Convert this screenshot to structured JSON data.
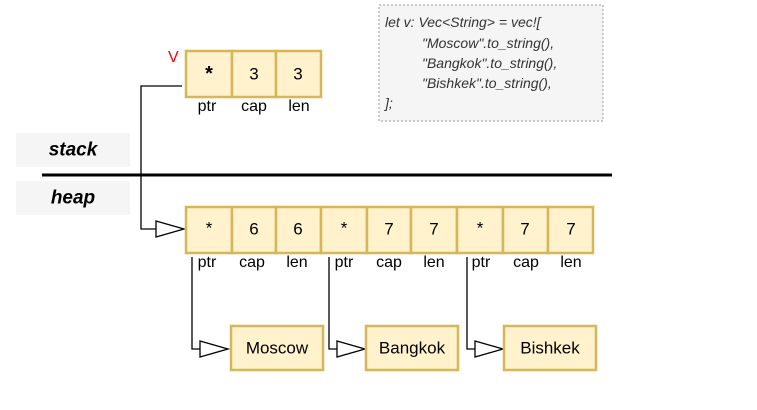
{
  "code": {
    "lines": [
      "let v: Vec<String> = vec![",
      "\"Moscow\".to_string(),",
      "\"Bangkok\".to_string(),",
      "\"Bishkek\".to_string(),",
      "];"
    ]
  },
  "regions": {
    "stack": "stack",
    "heap": "heap"
  },
  "variable": {
    "name": "V",
    "cells": [
      "*",
      "3",
      "3"
    ],
    "fields": [
      "ptr",
      "cap",
      "len"
    ]
  },
  "heap_strings": [
    {
      "cells": [
        "*",
        "6",
        "6"
      ],
      "fields": [
        "ptr",
        "cap",
        "len"
      ],
      "value": "Moscow"
    },
    {
      "cells": [
        "*",
        "7",
        "7"
      ],
      "fields": [
        "ptr",
        "cap",
        "len"
      ],
      "value": "Bangkok"
    },
    {
      "cells": [
        "*",
        "7",
        "7"
      ],
      "fields": [
        "ptr",
        "cap",
        "len"
      ],
      "value": "Bishkek"
    }
  ],
  "colors": {
    "cell_fill": "#fff2cc",
    "cell_border": "#d6b656",
    "label_bg": "#f5f5f5",
    "var_name": "#ff0000"
  }
}
